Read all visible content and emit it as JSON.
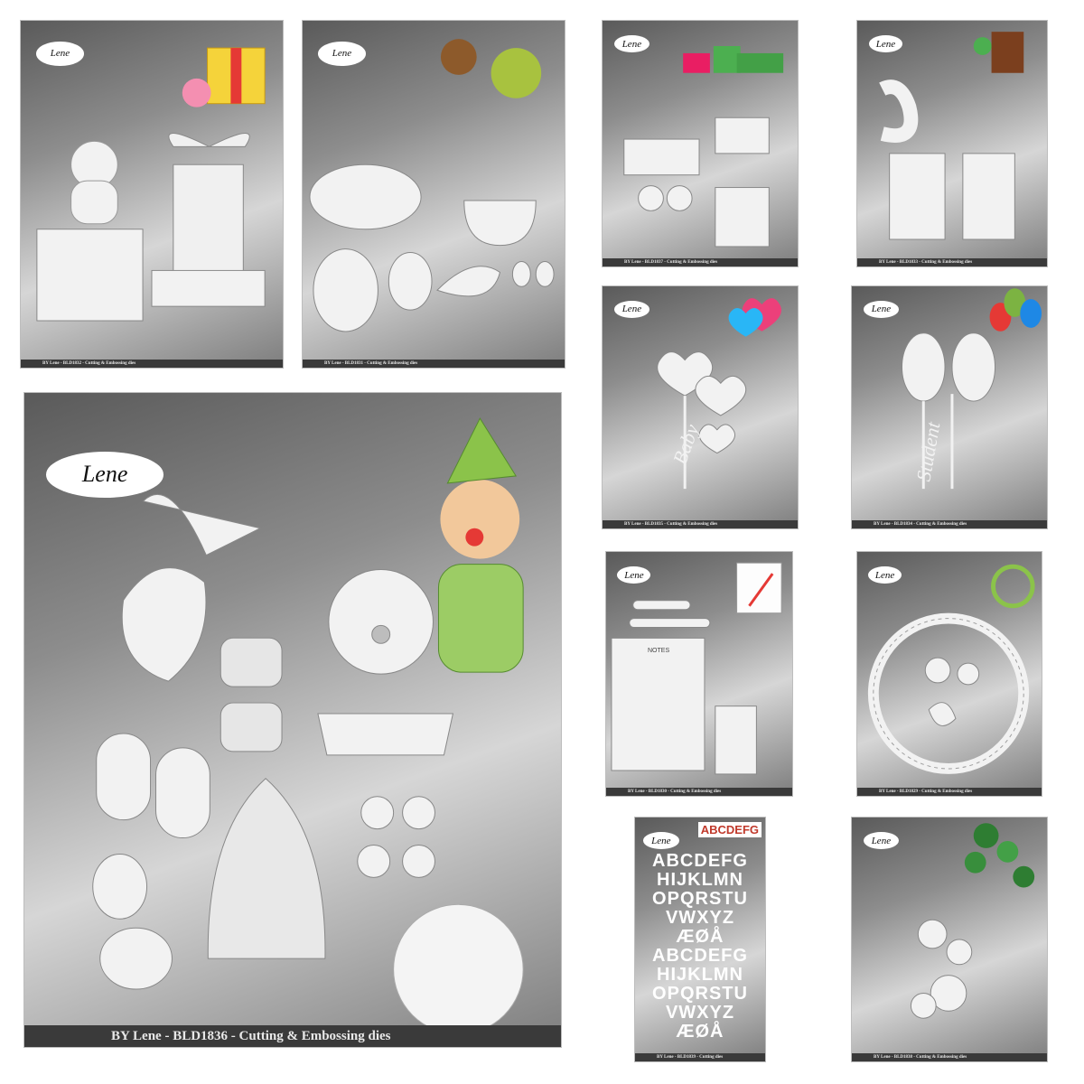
{
  "logo_text": "Lene",
  "cards": {
    "bld1832": {
      "footer": "BY Lene - BLD1832 - Cutting & Embossing dies"
    },
    "bld1831": {
      "footer": "BY Lene - BLD1831 - Cutting & Embossing dies"
    },
    "bld1837": {
      "footer": "BY Lene - BLD1837 - Cutting & Embossing dies"
    },
    "bld1833": {
      "footer": "BY Lene - BLD1833 - Cutting & Embossing dies"
    },
    "bld1836": {
      "footer": "BY Lene - BLD1836 - Cutting & Embossing dies"
    },
    "bld1835": {
      "footer": "BY Lene - BLD1835 - Cutting & Embossing dies",
      "word": "Baby"
    },
    "bld1834": {
      "footer": "BY Lene - BLD1834 - Cutting & Embossing dies",
      "word": "Student"
    },
    "bld1830": {
      "footer": "BY Lene - BLD1830 - Cutting & Embossing dies",
      "notes": "NOTES"
    },
    "bld1829": {
      "footer": "BY Lene - BLD1829 - Cutting & Embossing dies"
    },
    "bld1839": {
      "footer": "BY Lene - BLD1839 - Cutting dies",
      "header_letters": "ABCDEFG",
      "rows": [
        "ABCDEFG",
        "HIJKLMN",
        "OPQRSTU",
        "VWXYZ",
        "ÆØÅ",
        "ABCDEFG",
        "HIJKLMN",
        "OPQRSTU",
        "VWXYZ",
        "ÆØÅ"
      ]
    },
    "bld1838": {
      "footer": "BY Lene - BLD1838 - Cutting & Embossing dies"
    }
  }
}
